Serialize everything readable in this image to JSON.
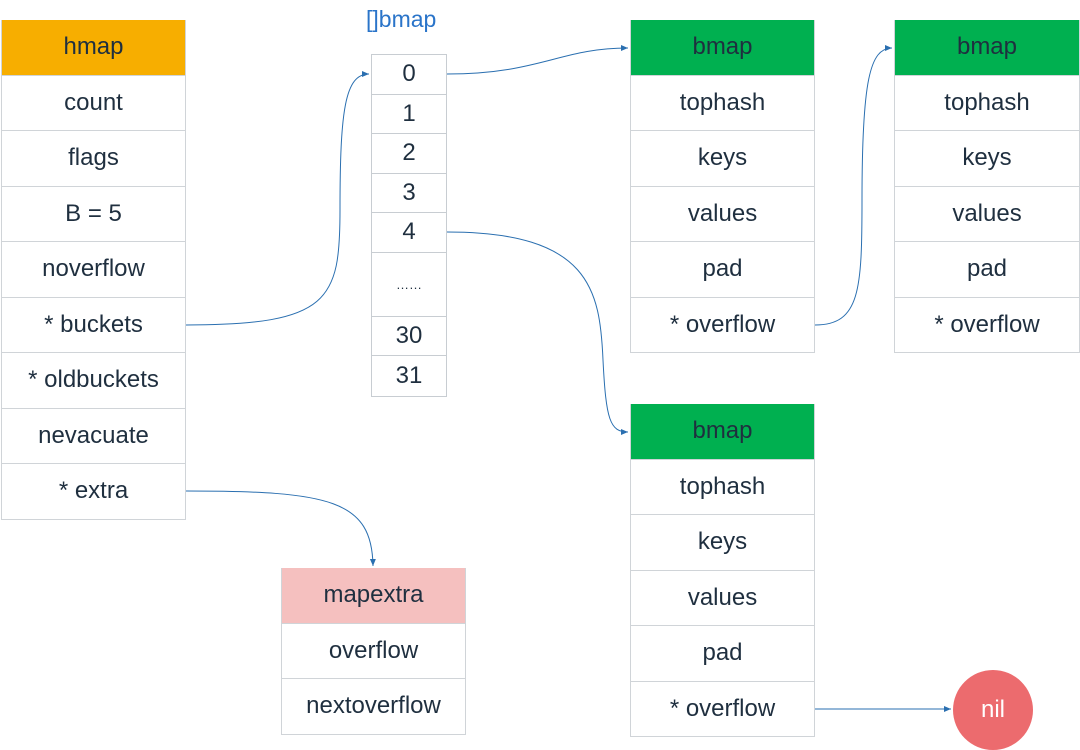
{
  "hmap": {
    "title": "hmap",
    "fields": [
      "count",
      "flags",
      "B = 5",
      "noverflow",
      "* buckets",
      "* oldbuckets",
      "nevacuate",
      "* extra"
    ]
  },
  "bucket_array": {
    "title": "[]bmap",
    "slots": [
      "0",
      "1",
      "2",
      "3",
      "4",
      "……",
      "30",
      "31"
    ]
  },
  "bmap": {
    "title": "bmap",
    "fields": [
      "tophash",
      "keys",
      "values",
      "pad",
      "* overflow"
    ]
  },
  "mapextra": {
    "title": "mapextra",
    "fields": [
      "overflow",
      "nextoverflow"
    ]
  },
  "nil": "nil",
  "colors": {
    "hmap_header": "#f7ae00",
    "bmap_header": "#00b050",
    "mapextra_header": "#f5c0bf",
    "nil": "#ec6b6e",
    "arrow": "#2a6fb0"
  }
}
